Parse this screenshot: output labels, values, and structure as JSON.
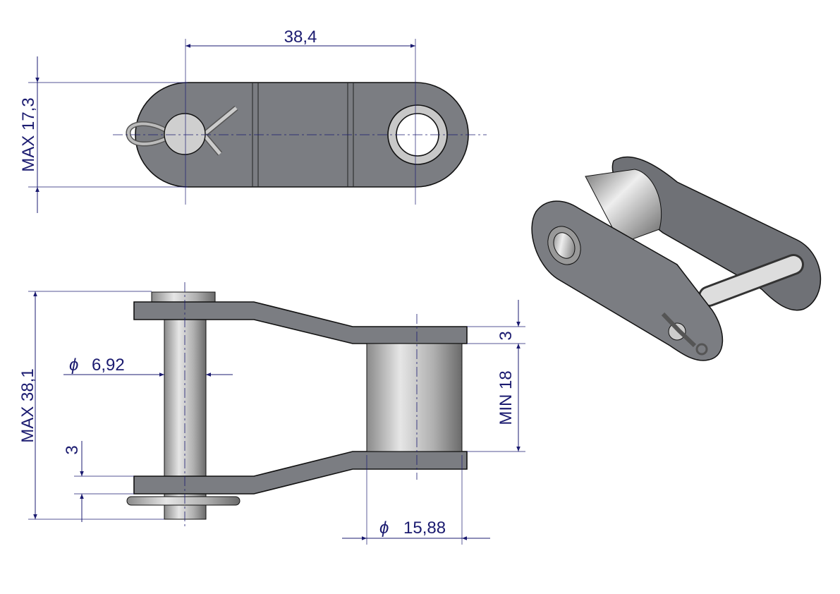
{
  "drawing": {
    "top_view": {
      "width_dim": "38,4",
      "height_dim": "MAX 17,3"
    },
    "side_view": {
      "overall_height_dim": "MAX 38,1",
      "pin_diameter_dim": "6,92",
      "plate_thickness_left": "3",
      "plate_thickness_right": "3",
      "inner_width_dim": "MIN 18",
      "bushing_diameter_dim": "15,88",
      "diameter_symbol": "ϕ"
    },
    "colors": {
      "dimension": "#1b1b70",
      "part": "#7b7d82"
    }
  }
}
